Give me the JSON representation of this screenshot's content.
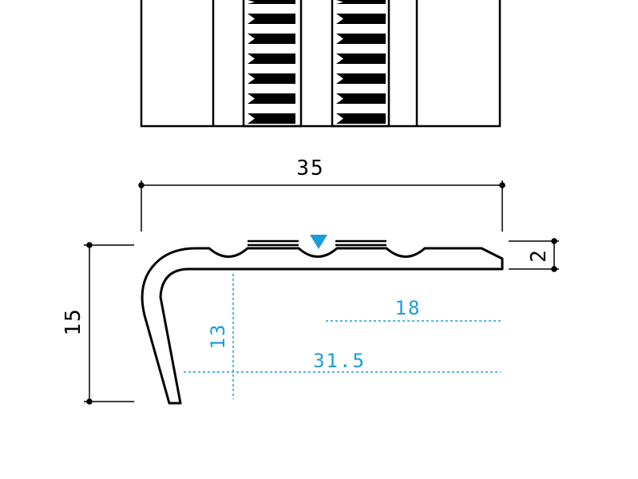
{
  "colors": {
    "line": "#000000",
    "accent": "#1a9ed9",
    "background": "#ffffff"
  },
  "icons": {
    "surface_marker": "down-triangle-marker"
  },
  "dimensions": {
    "overall_width": "35",
    "overall_height": "15",
    "tread_thickness": "2",
    "inner_height": "13",
    "insert_width": "18",
    "inner_width": "31.5"
  }
}
